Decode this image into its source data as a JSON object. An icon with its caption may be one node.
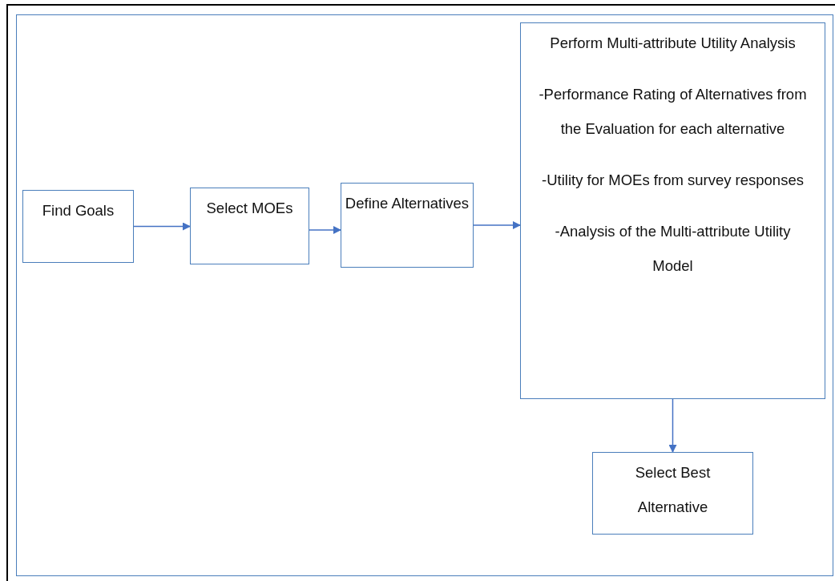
{
  "diagram": {
    "nodes": [
      {
        "text": [
          "Find Goals"
        ]
      },
      {
        "text": [
          "Select MOEs"
        ]
      },
      {
        "text": [
          "Define Alternatives"
        ]
      },
      {
        "text": [
          "Perform Multi-attribute Utility Analysis",
          "-Performance Rating of Alternatives from the Evaluation for each alternative",
          "-Utility for MOEs from survey responses",
          "-Analysis of the Multi-attribute Utility Model"
        ]
      },
      {
        "text": [
          "Select Best Alternative"
        ]
      }
    ],
    "edges": [
      {
        "from": 0,
        "to": 1,
        "arrow": "to"
      },
      {
        "from": 1,
        "to": 2,
        "arrow": "to"
      },
      {
        "from": 2,
        "to": 3,
        "arrow": "to"
      },
      {
        "from": 3,
        "to": 4,
        "arrow": "to"
      }
    ]
  }
}
